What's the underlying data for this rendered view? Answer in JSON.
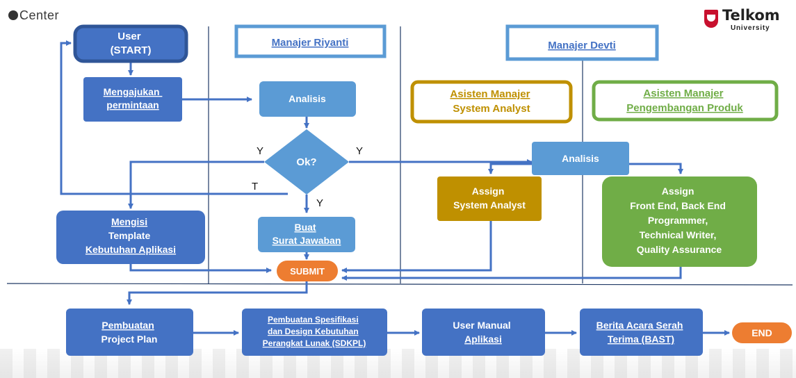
{
  "logos": {
    "left_text": "Center",
    "right_title": "Telkom",
    "right_subtitle": "University"
  },
  "colors": {
    "blue_dark": "#4472c4",
    "blue_light": "#5b9bd5",
    "gold": "#bf9000",
    "green": "#70ad47",
    "orange": "#ed7d31",
    "line": "#4472c4"
  },
  "lane_headers": {
    "user": "User\n(START)",
    "manajer_riyanti": "Manajer Riyanti",
    "manajer_devti": "Manajer Devti",
    "asisten_sa": "Asisten Manajer\nSystem Analyst",
    "asisten_pp": "Asisten Manajer\nPengembangan Produk"
  },
  "nodes": {
    "mengajukan": "Mengajukan\npermintaan",
    "analisis_riyanti": "Analisis",
    "ok_decision": "Ok?",
    "mengisi": "Mengisi\nTemplate\nKebutuhan Aplikasi",
    "buat_surat": "Buat\nSurat Jawaban",
    "submit": "SUBMIT",
    "analisis_devti": "Analisis",
    "assign_sa": "Assign\nSystem Analyst",
    "assign_team": "Assign\nFront End, Back End\nProgrammer,\nTechnical Writer,\nQuality Assurance",
    "pembuatan_pp": "Pembuatan\nProject Plan",
    "sdkpl": "Pembuatan Spesifikasi\ndan Design Kebutuhan\nPerangkat Lunak (SDKPL)",
    "user_manual": "User Manual\nAplikasi",
    "bast": "Berita Acara Serah\nTerima (BAST)",
    "end": "END"
  },
  "edge_labels": {
    "y_left": "Y",
    "y_right": "Y",
    "t": "T",
    "y_down": "Y"
  }
}
